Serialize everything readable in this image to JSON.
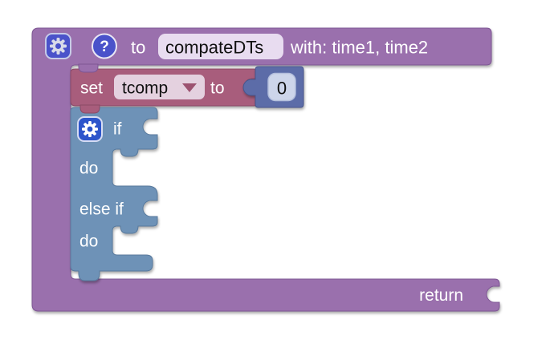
{
  "workspace": {
    "background": "#ffffff"
  },
  "blocks": {
    "procedure": {
      "color": "#9a6fad",
      "labels": {
        "to": "to",
        "params": "with: time1, time2",
        "return": "return"
      },
      "name_field": {
        "value": "compateDTs",
        "background": "#e8dcf0"
      },
      "mutator_icon": {
        "name": "gear",
        "background": "#4a52ca"
      },
      "help_icon": {
        "glyph": "?",
        "background": "#4a52ca"
      }
    },
    "set_variable": {
      "color": "#a85d7c",
      "labels": {
        "set": "set",
        "to": "to"
      },
      "variable_dropdown": {
        "value": "tcomp",
        "background": "#e4d1df",
        "arrow_color": "#9c5270"
      }
    },
    "number": {
      "color": "#5b6ca8",
      "value_field": {
        "value": "0",
        "background": "#cdd5ea"
      }
    },
    "if": {
      "color": "#6e92b7",
      "labels": {
        "if": "if",
        "do": "do",
        "else_if": "else if",
        "do2": "do"
      },
      "mutator_icon": {
        "name": "gear",
        "background": "#2d55cb"
      }
    }
  }
}
